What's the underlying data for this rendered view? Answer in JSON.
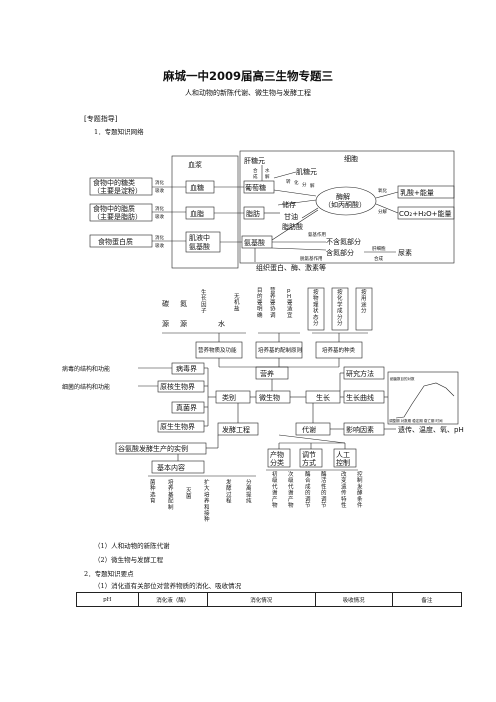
{
  "header": {
    "title": "麻城一中2009届高三生物专题三",
    "subtitle": "人和动物的新陈代谢、微生物与发酵工程"
  },
  "section": "[专题指导]",
  "item1": "1．专题知识网络",
  "d1": {
    "blood": "血浆",
    "cell": "细胞",
    "food1a": "食物中的糖类",
    "food1b": "（主要是淀粉）",
    "food2a": "食物中的脂质",
    "food2b": "（主要是脂肪）",
    "food3": "食物蛋白质",
    "digest": "消化",
    "absorb": "吸收",
    "xuetang": "血糖",
    "xuezhi": "血脂",
    "aajia": "肌液中",
    "aajib": "氨基酸",
    "gang": "肝糖元",
    "ji": "肌糖元",
    "pu": "葡萄糖",
    "zhi": "脂肪",
    "an": "氨基酸",
    "he": "合",
    "cheng": "成",
    "shui": "水",
    "jie": "解",
    "zhuan": "转",
    "hua": "化",
    "fen": "分",
    "chuc": "储存",
    "ganyou": "甘油",
    "zhifangsuan": "脂肪酸",
    "enz1": "酶解",
    "enz2": "（如丙酮酸）",
    "oxid1": "氧化",
    "oxid2": "分解",
    "lactic": "乳酸+能量",
    "co2": "CO₂+H₂O+能量",
    "nonn": "不含氮部分",
    "hasn": "含氮部分",
    "urea": "尿素",
    "liver1": "肝细胞",
    "liver2": "合成",
    "protein": "组织蛋白、酶、激素等",
    "trans": "转",
    "aminate": "氨基作用",
    "deamin": "脱氨基作用"
  },
  "d2": {
    "c1": "碳",
    "c2": "源",
    "n1": "氮",
    "n2": "源",
    "grow": "生长因子",
    "water": "水",
    "salt": "无机盐",
    "purpose": "目的要明确",
    "ratio": "营养要协调",
    "ph": "pH要适宜",
    "t1": "按物理状态分",
    "t2": "按化学成分分",
    "t3": "按用途分",
    "nut": "营养物质及功能",
    "prep": "培养基的配制原则",
    "kind": "培养基的种类",
    "virusfn": "病毒的结构和功能",
    "virus": "病毒界",
    "bactfn": "细菌的结构和功能",
    "prok": "原核生物界",
    "fungi": "真菌界",
    "protist": "原生生物界",
    "yingyang": "营养",
    "leibie": "类别",
    "microbe": "微生物",
    "growth": "生长",
    "method": "研究方法",
    "curve": "生长曲线",
    "ferment": "发酵工程",
    "metab": "代谢",
    "factor": "影响因素",
    "factors": "遗传、温度、氧、pH",
    "glu": "谷氨酸发酵生产的实例",
    "content": "基本内容",
    "prod1": "产物",
    "prod2": "分类",
    "reg1": "调节",
    "reg2": "方式",
    "art1": "人工",
    "art2": "控制",
    "v1": "菌种选育",
    "v2": "培养基配制",
    "v3": "灭菌",
    "v4": "扩大培养和接种",
    "v5": "发酵过程",
    "v6": "分离提纯",
    "v7": "初级代谢产物",
    "v8": "次级代谢产物",
    "v9": "酶合成的调节",
    "v10": "酶活性的调节",
    "v11": "改变遗传特性",
    "v12": "控制发酵条件",
    "graph": "细菌数目的对数",
    "graphx": "调整期 对数期 稳定期 衰亡期 时间"
  },
  "items": {
    "i1": "（1）人和动物的新陈代谢",
    "i2": "（2）微生物与发酵工程",
    "i3": "2．专题知识要点",
    "i4": "（1）消化道有关部位对营养物质的消化、吸收情况"
  },
  "table": {
    "headers": [
      "pH",
      "消化液（酶）",
      "消化情况",
      "吸收情况",
      "备注"
    ]
  }
}
